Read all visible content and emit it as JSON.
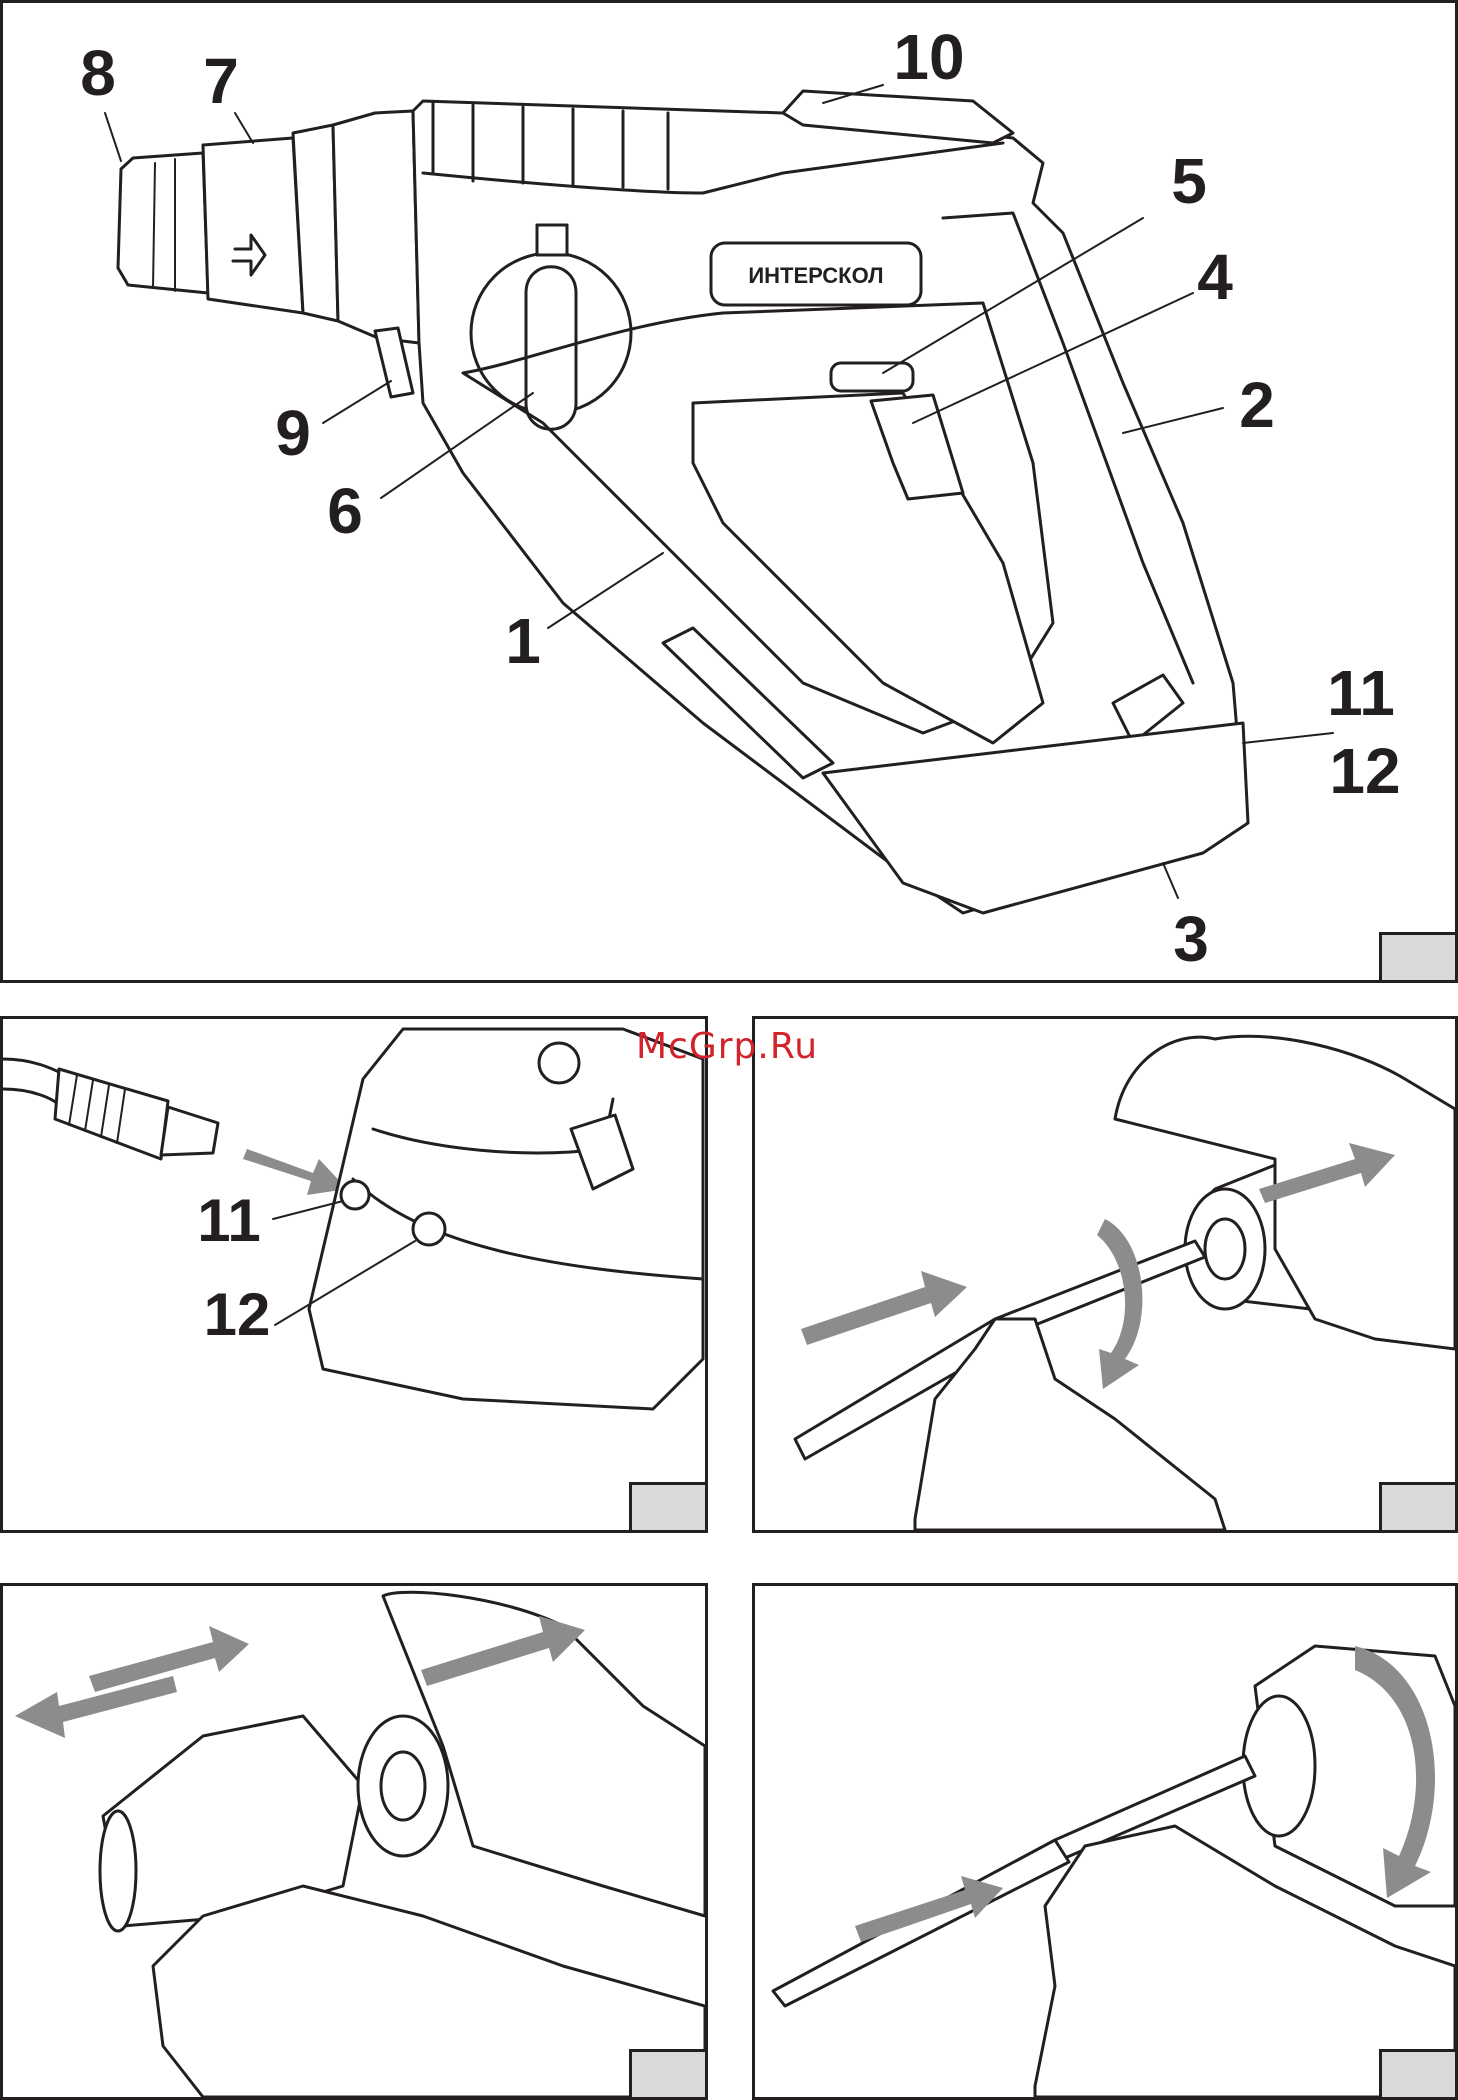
{
  "watermark": "McGrp.Ru",
  "brand": "ИНТЕРСКОЛ",
  "colors": {
    "line": "#231f20",
    "arrow": "#8c8c8c",
    "tab": "#d9d9d9",
    "watermark": "#d2232a"
  },
  "figure1": {
    "labels": [
      {
        "id": "1",
        "text": "1"
      },
      {
        "id": "2",
        "text": "2"
      },
      {
        "id": "3",
        "text": "3"
      },
      {
        "id": "4",
        "text": "4"
      },
      {
        "id": "5",
        "text": "5"
      },
      {
        "id": "6",
        "text": "6"
      },
      {
        "id": "7",
        "text": "7"
      },
      {
        "id": "8",
        "text": "8"
      },
      {
        "id": "9",
        "text": "9"
      },
      {
        "id": "10",
        "text": "10"
      },
      {
        "id": "11",
        "text": "11"
      },
      {
        "id": "12",
        "text": "12"
      }
    ]
  },
  "figure2": {
    "labels": [
      {
        "id": "11",
        "text": "11"
      },
      {
        "id": "12",
        "text": "12"
      }
    ]
  },
  "icons": [
    "chuck-lock-icon",
    "mode-selector-icon",
    "push-arrow-icon",
    "rotate-arrow-icon"
  ]
}
